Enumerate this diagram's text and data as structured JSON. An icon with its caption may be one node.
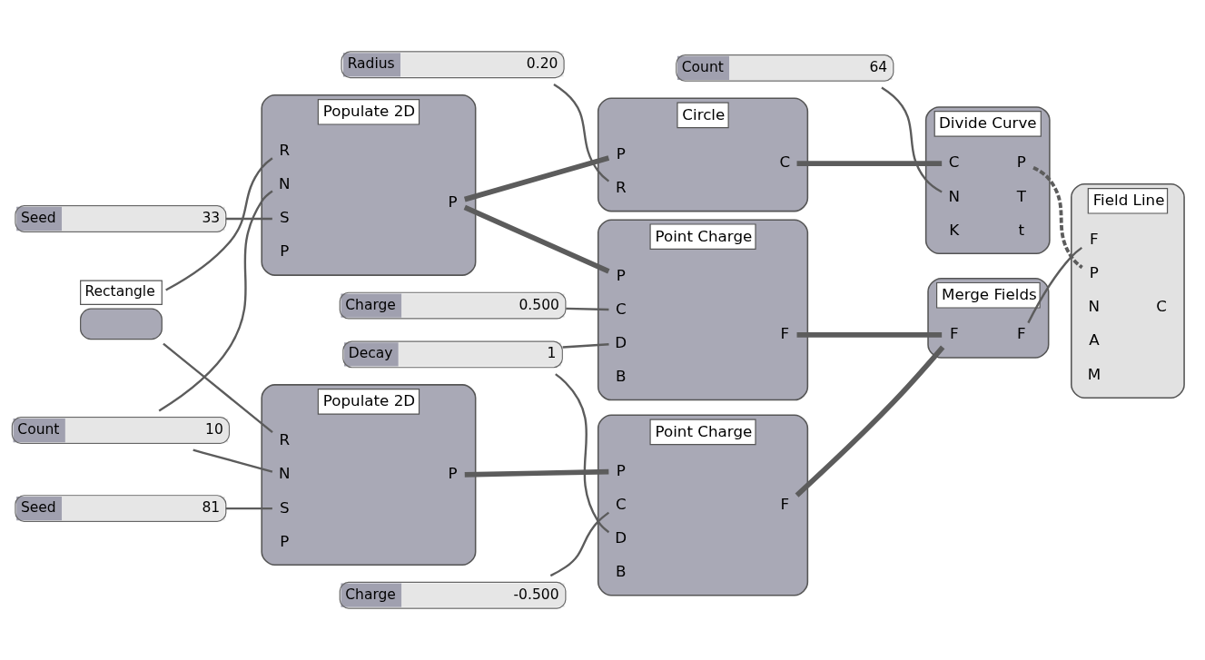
{
  "diagram": {
    "nodes": [
      {
        "text": [
          "Radius",
          "0.20"
        ]
      },
      {
        "text": [
          "Count",
          "64"
        ]
      },
      {
        "text": [
          "Circle"
        ]
      },
      {
        "text": [
          "P"
        ],
        "in": 2
      },
      {
        "text": [
          "R"
        ],
        "in": 2
      },
      {
        "text": [
          "C"
        ],
        "in": 2
      },
      {
        "text": [
          "Rectangle"
        ]
      },
      {
        "text": [
          "Divide Curve"
        ]
      },
      {
        "text": [
          "C"
        ],
        "in": 7
      },
      {
        "text": [
          "N"
        ],
        "in": 7
      },
      {
        "text": [
          "K"
        ],
        "in": 7
      },
      {
        "text": [
          "P"
        ],
        "in": 7
      },
      {
        "text": [
          "T"
        ],
        "in": 7
      },
      {
        "text": [
          "t"
        ],
        "in": 7
      },
      {
        "text": [
          "Populate 2D"
        ]
      },
      {
        "text": [
          "R"
        ],
        "in": 14
      },
      {
        "text": [
          "N"
        ],
        "in": 14
      },
      {
        "text": [
          "S"
        ],
        "in": 14
      },
      {
        "text": [
          "P"
        ],
        "in": 14
      },
      {
        "text": [
          "P"
        ],
        "in": 14
      },
      {
        "text": [
          "Count",
          "10"
        ]
      },
      {
        "text": [
          "Seed",
          "33"
        ]
      },
      {
        "text": [
          "Point Charge"
        ]
      },
      {
        "text": [
          "P"
        ],
        "in": 22
      },
      {
        "text": [
          "C"
        ],
        "in": 22
      },
      {
        "text": [
          "D"
        ],
        "in": 22
      },
      {
        "text": [
          "B"
        ],
        "in": 22
      },
      {
        "text": [
          "F"
        ],
        "in": 22
      },
      {
        "text": [
          "Field Line"
        ]
      },
      {
        "text": [
          "F"
        ],
        "in": 28
      },
      {
        "text": [
          "P"
        ],
        "in": 28
      },
      {
        "text": [
          "N"
        ],
        "in": 28
      },
      {
        "text": [
          "A"
        ],
        "in": 28
      },
      {
        "text": [
          "M"
        ],
        "in": 28
      },
      {
        "text": [
          "C"
        ],
        "in": 28
      },
      {
        "text": [
          "Charge",
          "0.500"
        ]
      },
      {
        "text": [
          "Decay",
          "1"
        ]
      },
      {
        "text": [
          "Populate 2D"
        ]
      },
      {
        "text": [
          "R"
        ],
        "in": 37
      },
      {
        "text": [
          "N"
        ],
        "in": 37
      },
      {
        "text": [
          "S"
        ],
        "in": 37
      },
      {
        "text": [
          "P"
        ],
        "in": 37
      },
      {
        "text": [
          "P"
        ],
        "in": 37
      },
      {
        "text": [
          "Merge Fields"
        ]
      },
      {
        "text": [
          "F"
        ],
        "in": 43
      },
      {
        "text": [
          "F"
        ],
        "in": 43
      },
      {
        "text": [
          "Seed",
          "81"
        ]
      },
      {
        "text": [
          "Point Charge"
        ]
      },
      {
        "text": [
          "P"
        ],
        "in": 47
      },
      {
        "text": [
          "C"
        ],
        "in": 47
      },
      {
        "text": [
          "D"
        ],
        "in": 47
      },
      {
        "text": [
          "B"
        ],
        "in": 47
      },
      {
        "text": [
          "F"
        ],
        "in": 47
      },
      {
        "text": [
          "Charge",
          "-0.500"
        ]
      }
    ],
    "edges": [
      {
        "from": 0,
        "to": 4,
        "arrow": "none"
      },
      {
        "from": 1,
        "to": 9,
        "arrow": "none"
      },
      {
        "from": 5,
        "to": 8,
        "arrow": "none",
        "style": "thick"
      },
      {
        "from": 6,
        "to": 15,
        "arrow": "none"
      },
      {
        "from": 6,
        "to": 38,
        "arrow": "none"
      },
      {
        "from": 20,
        "to": 16,
        "arrow": "none"
      },
      {
        "from": 20,
        "to": 39,
        "arrow": "none"
      },
      {
        "from": 21,
        "to": 17,
        "arrow": "none"
      },
      {
        "from": 19,
        "to": 3,
        "arrow": "none",
        "style": "thick"
      },
      {
        "from": 19,
        "to": 23,
        "arrow": "none",
        "style": "thick"
      },
      {
        "from": 35,
        "to": 24,
        "arrow": "none"
      },
      {
        "from": 36,
        "to": 25,
        "arrow": "none"
      },
      {
        "from": 36,
        "to": 50,
        "arrow": "none"
      },
      {
        "from": 46,
        "to": 40,
        "arrow": "none"
      },
      {
        "from": 42,
        "to": 48,
        "arrow": "none",
        "style": "thick"
      },
      {
        "from": 53,
        "to": 49,
        "arrow": "none"
      },
      {
        "from": 27,
        "to": 44,
        "arrow": "none",
        "style": "thick"
      },
      {
        "from": 52,
        "to": 44,
        "arrow": "none",
        "style": "thick"
      },
      {
        "from": 45,
        "to": 29,
        "arrow": "none"
      },
      {
        "from": 11,
        "to": 30,
        "arrow": "none",
        "style": "dashed"
      }
    ]
  }
}
